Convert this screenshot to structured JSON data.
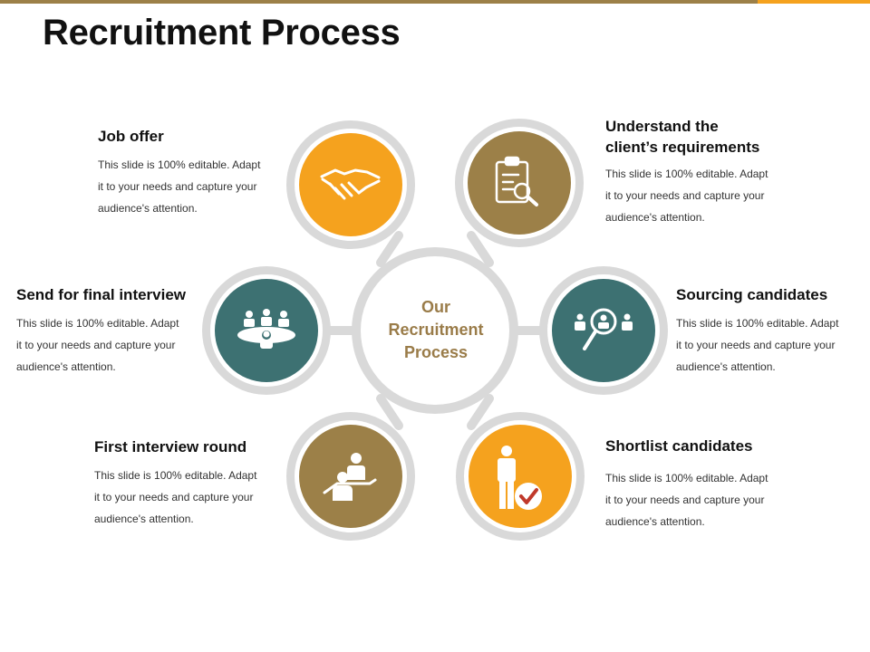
{
  "title": "Recruitment Process",
  "center": {
    "line1": "Our",
    "line2": "Recruitment",
    "line3": "Process"
  },
  "steps": {
    "job_offer": {
      "title": "Job offer",
      "desc": [
        "This slide is 100% editable. Adapt",
        "it to your needs and capture your",
        "audience's attention."
      ],
      "icon": "handshake-icon"
    },
    "understand": {
      "title_lines": [
        "Understand the",
        "client’s requirements"
      ],
      "desc": [
        "This slide is 100% editable. Adapt",
        "it to your needs and capture your",
        "audience's attention."
      ],
      "icon": "clipboard-search-icon"
    },
    "final_interview": {
      "title": "Send for final interview",
      "desc": [
        "This slide is 100% editable. Adapt",
        "it to your needs and capture your",
        "audience's attention."
      ],
      "icon": "meeting-table-icon"
    },
    "sourcing": {
      "title": "Sourcing candidates",
      "desc": [
        "This slide is 100% editable. Adapt",
        "it to your needs and capture your",
        "audience's attention."
      ],
      "icon": "people-search-icon"
    },
    "first_interview": {
      "title": "First interview round",
      "desc": [
        "This slide is 100% editable. Adapt",
        "it to your needs and capture your",
        "audience's attention."
      ],
      "icon": "interview-icon"
    },
    "shortlist": {
      "title": "Shortlist candidates",
      "desc": [
        "This slide is 100% editable. Adapt",
        "it to your needs and capture your",
        "audience's attention."
      ],
      "icon": "person-check-icon"
    }
  },
  "colors": {
    "gold_brown": "#9C8048",
    "orange": "#F5A21E",
    "teal": "#3D7172",
    "ring_gray": "#D9D9D9",
    "center_text": "#9A7C49"
  }
}
